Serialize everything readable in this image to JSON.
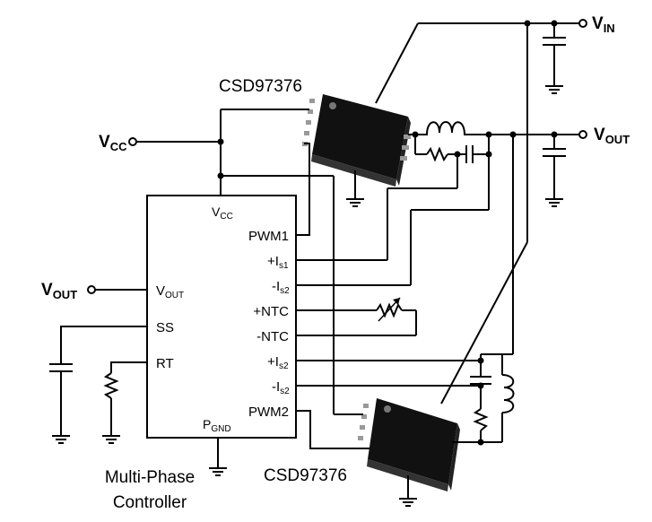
{
  "chips": {
    "top": {
      "part": "CSD97376"
    },
    "bottom": {
      "part": "CSD97376"
    }
  },
  "nets": {
    "vin": {
      "main": "V",
      "sub": "IN"
    },
    "vout_right": {
      "main": "V",
      "sub": "OUT"
    },
    "vcc": {
      "main": "V",
      "sub": "CC"
    },
    "vout_left": {
      "main": "V",
      "sub": "OUT"
    }
  },
  "controller": {
    "caption_line1": "Multi-Phase",
    "caption_line2": "Controller",
    "pins": {
      "vcc": {
        "main": "V",
        "sub": "CC"
      },
      "pwm1": "PWM1",
      "is1_pos": {
        "main": "+I",
        "sub": "s1"
      },
      "is2_neg_a": {
        "main": "-I",
        "sub": "s2"
      },
      "ntc_pos": "+NTC",
      "ntc_neg": "-NTC",
      "is2_pos": {
        "main": "+I",
        "sub": "s2"
      },
      "is2_neg_b": {
        "main": "-I",
        "sub": "s2"
      },
      "pwm2": "PWM2",
      "vout": {
        "main": "V",
        "sub": "OUT"
      },
      "ss": "SS",
      "rt": "RT",
      "pgnd": {
        "main": "P",
        "sub": "GND"
      }
    }
  }
}
